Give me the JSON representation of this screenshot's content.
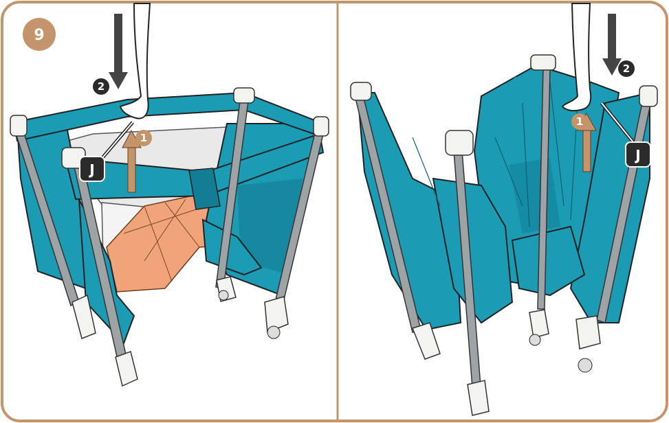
{
  "step": {
    "number": "9"
  },
  "panels": [
    {
      "id": "left",
      "callout_letter": "J",
      "markers": [
        {
          "label": "1",
          "kind": "up-arrow"
        },
        {
          "label": "2",
          "kind": "down-arrow"
        }
      ]
    },
    {
      "id": "right",
      "callout_letter": "J",
      "markers": [
        {
          "label": "1",
          "kind": "up-arrow"
        },
        {
          "label": "2",
          "kind": "down-arrow"
        }
      ]
    }
  ],
  "colors": {
    "border": "#c4946a",
    "fabric": "#1c9bb5",
    "fabric_dark": "#127d95",
    "frame_gray": "#9ea3a6",
    "mattress_orange": "#f1a47a",
    "marker_orange": "#c4946a",
    "marker_dark": "#2a2a2a",
    "label_bg": "#2b2b2b"
  }
}
